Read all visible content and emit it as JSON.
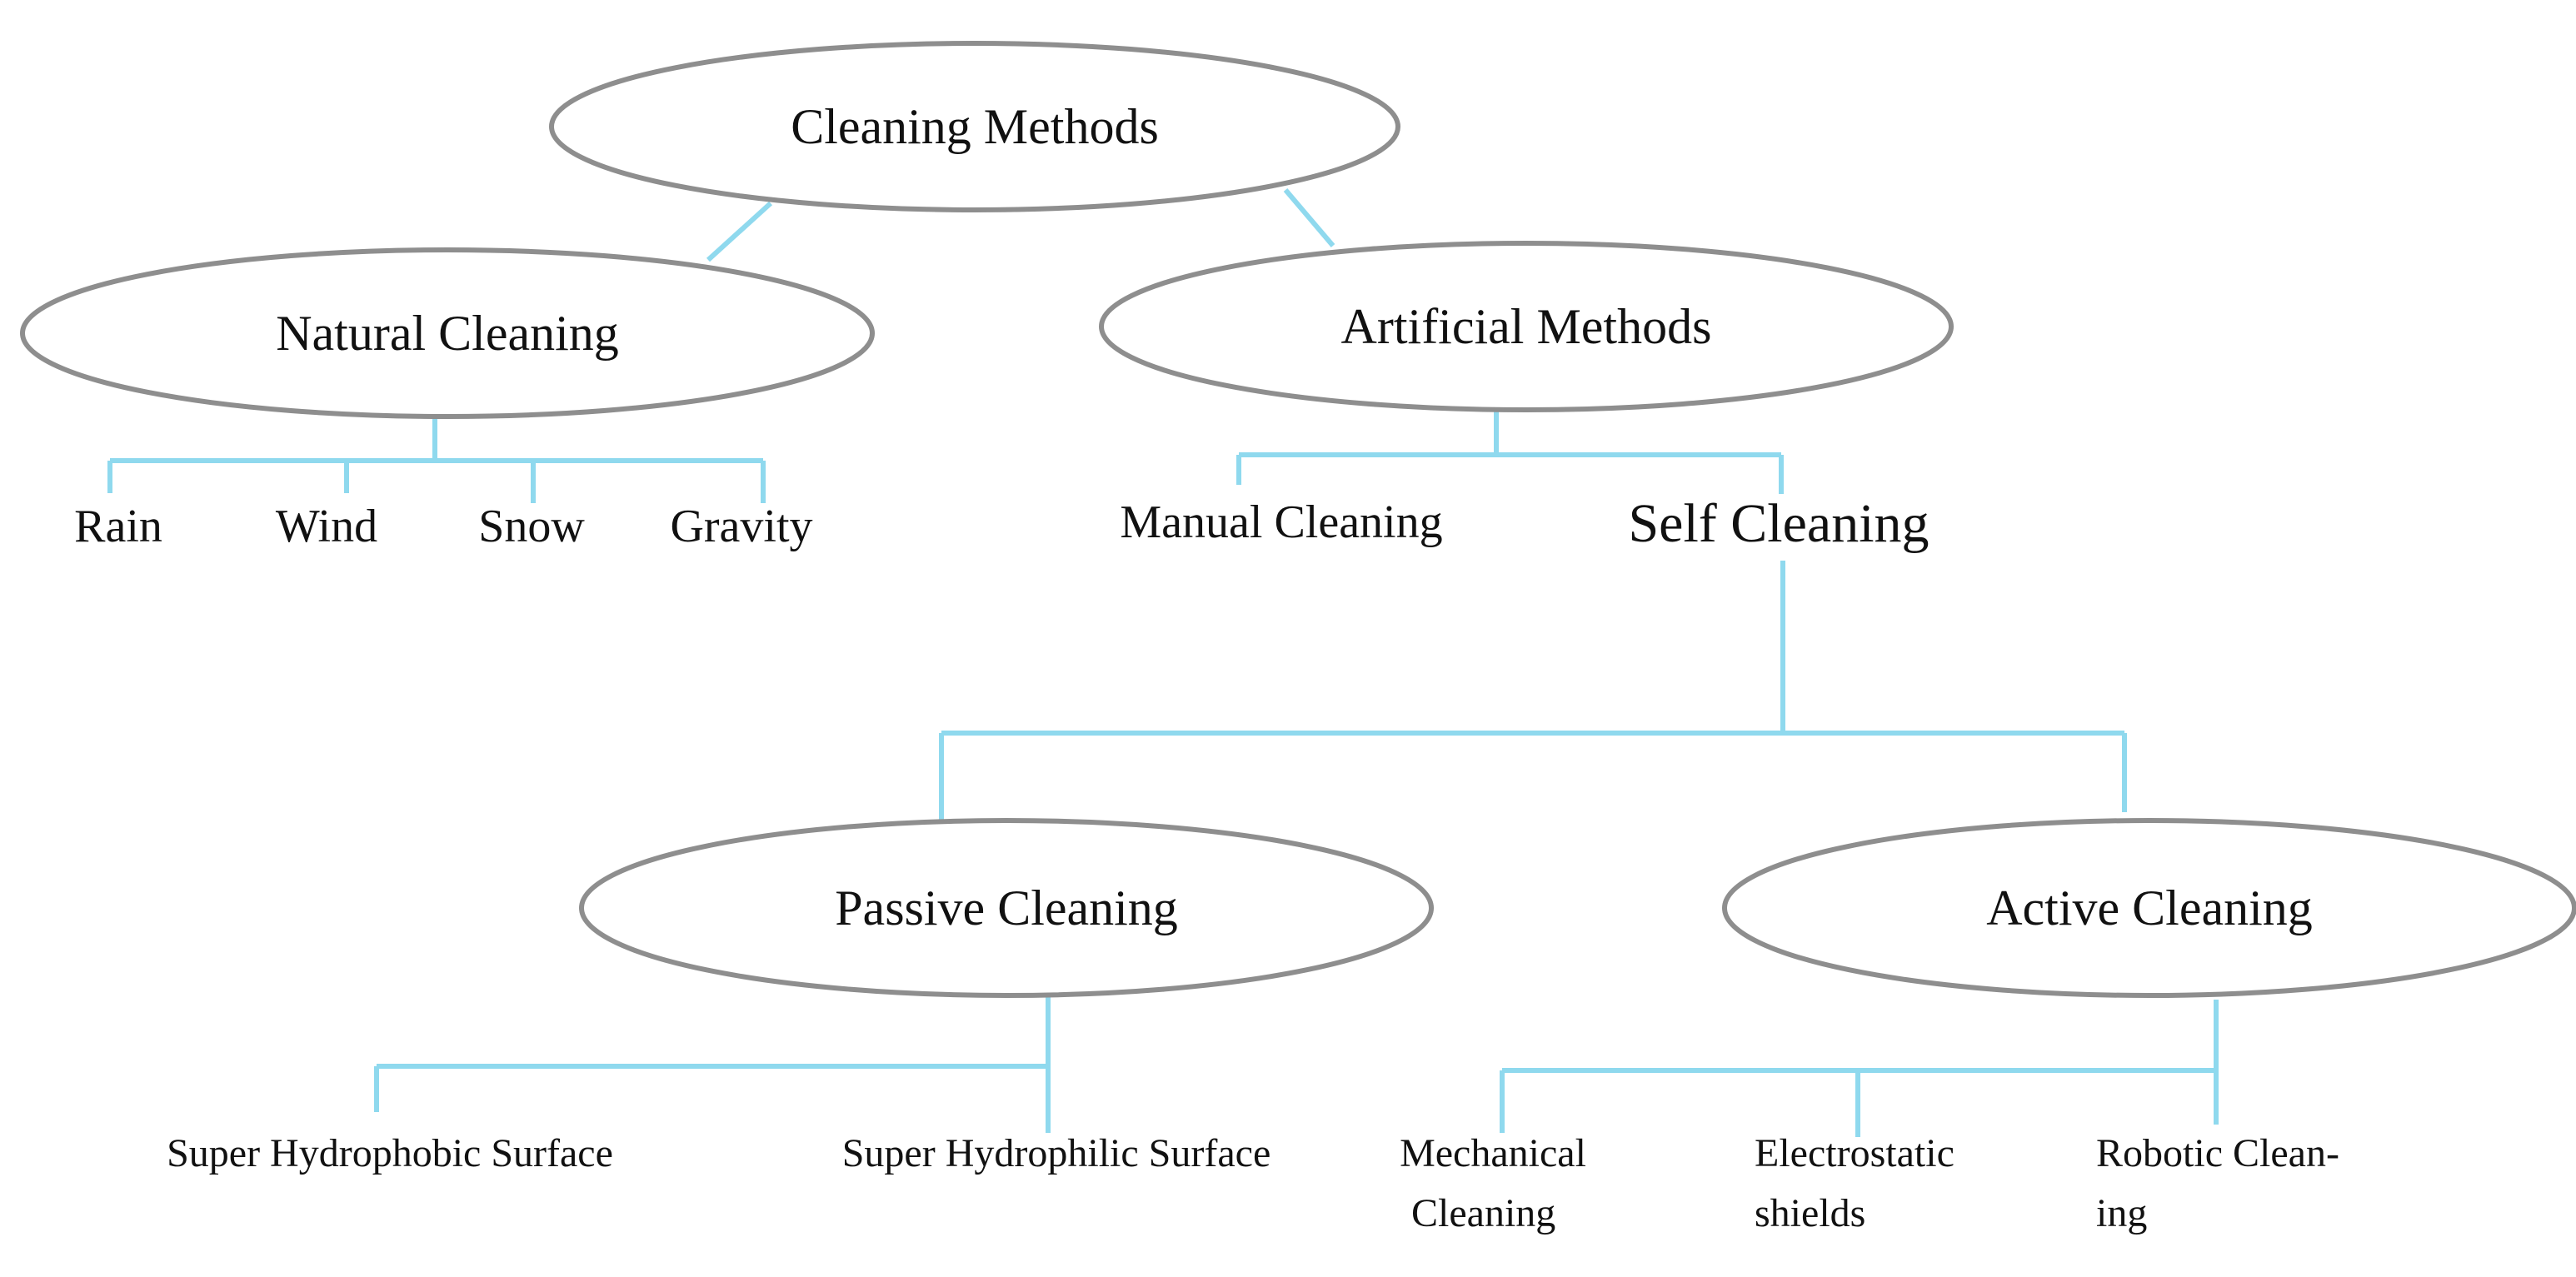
{
  "diagram": {
    "root": "Cleaning Methods",
    "natural": {
      "label": "Natural Cleaning",
      "children": [
        "Rain",
        "Wind",
        "Snow",
        "Gravity"
      ]
    },
    "artificial": {
      "label": "Artificial Methods",
      "manual": "Manual Cleaning",
      "self": "Self Cleaning"
    },
    "passive": {
      "label": "Passive Cleaning",
      "children": [
        "Super Hydrophobic Surface",
        "Super Hydrophilic Surface"
      ]
    },
    "active": {
      "label": "Active Cleaning",
      "mechanical": [
        "Mechanical",
        "Cleaning"
      ],
      "electrostatic": [
        "Electrostatic",
        "shields"
      ],
      "robotic": [
        "Robotic Clean-",
        "ing"
      ]
    }
  },
  "colors": {
    "connector": "#8fd9ee",
    "ellipse_stroke": "#8e8e8e",
    "text": "#111111"
  }
}
